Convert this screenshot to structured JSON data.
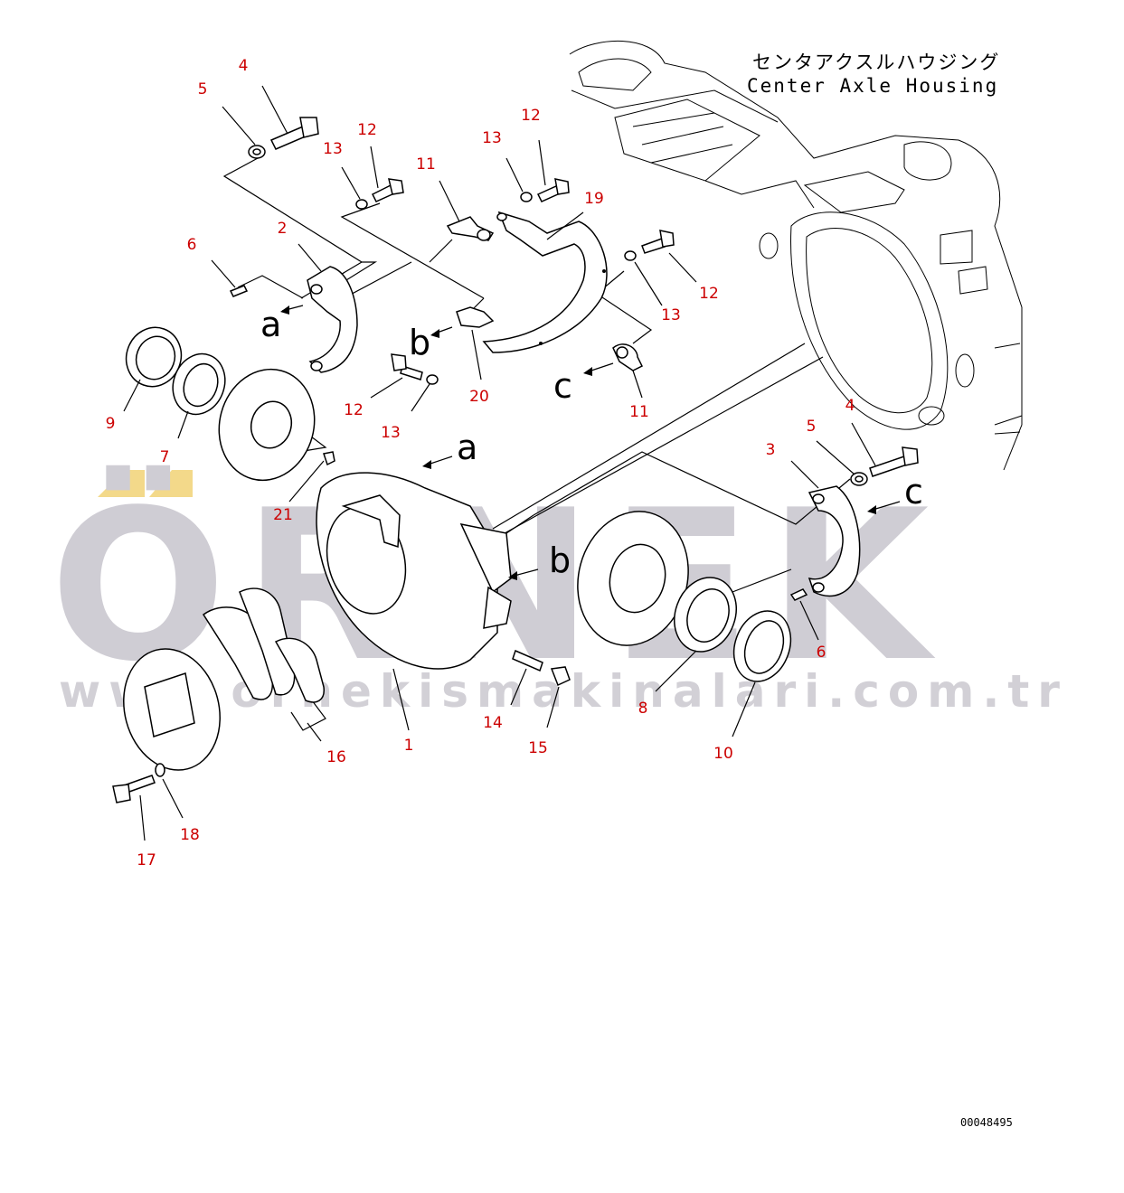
{
  "title": {
    "jp": "センタアクスルハウジング",
    "en": "Center Axle Housing"
  },
  "doc_number": "00048495",
  "watermark": {
    "text": "ÖRNEK",
    "url": "www.ornekismakinalari.com.tr",
    "accent_color": "#f3d98a"
  },
  "colors": {
    "callout": "#cc0000",
    "line": "#000000",
    "watermark": "#cfcdd4"
  },
  "callouts": [
    {
      "id": "c4a",
      "label": "4"
    },
    {
      "id": "c5a",
      "label": "5"
    },
    {
      "id": "c12a",
      "label": "12"
    },
    {
      "id": "c13a",
      "label": "13"
    },
    {
      "id": "c11a",
      "label": "11"
    },
    {
      "id": "c13b",
      "label": "13"
    },
    {
      "id": "c12b",
      "label": "12"
    },
    {
      "id": "c19",
      "label": "19"
    },
    {
      "id": "c6a",
      "label": "6"
    },
    {
      "id": "c2",
      "label": "2"
    },
    {
      "id": "c12c",
      "label": "12"
    },
    {
      "id": "c13c",
      "label": "13"
    },
    {
      "id": "c9",
      "label": "9"
    },
    {
      "id": "c7",
      "label": "7"
    },
    {
      "id": "c12d",
      "label": "12"
    },
    {
      "id": "c13d",
      "label": "13"
    },
    {
      "id": "c20",
      "label": "20"
    },
    {
      "id": "c11b",
      "label": "11"
    },
    {
      "id": "c4b",
      "label": "4"
    },
    {
      "id": "c5b",
      "label": "5"
    },
    {
      "id": "c3",
      "label": "3"
    },
    {
      "id": "c21",
      "label": "21"
    },
    {
      "id": "c6b",
      "label": "6"
    },
    {
      "id": "c14",
      "label": "14"
    },
    {
      "id": "c15",
      "label": "15"
    },
    {
      "id": "c8",
      "label": "8"
    },
    {
      "id": "c10",
      "label": "10"
    },
    {
      "id": "c16",
      "label": "16"
    },
    {
      "id": "c1",
      "label": "1"
    },
    {
      "id": "c18",
      "label": "18"
    },
    {
      "id": "c17",
      "label": "17"
    }
  ],
  "references": [
    {
      "id": "ra1",
      "label": "a"
    },
    {
      "id": "rb1",
      "label": "b"
    },
    {
      "id": "rc1",
      "label": "c"
    },
    {
      "id": "ra2",
      "label": "a"
    },
    {
      "id": "rb2",
      "label": "b"
    },
    {
      "id": "rc2",
      "label": "c"
    }
  ]
}
